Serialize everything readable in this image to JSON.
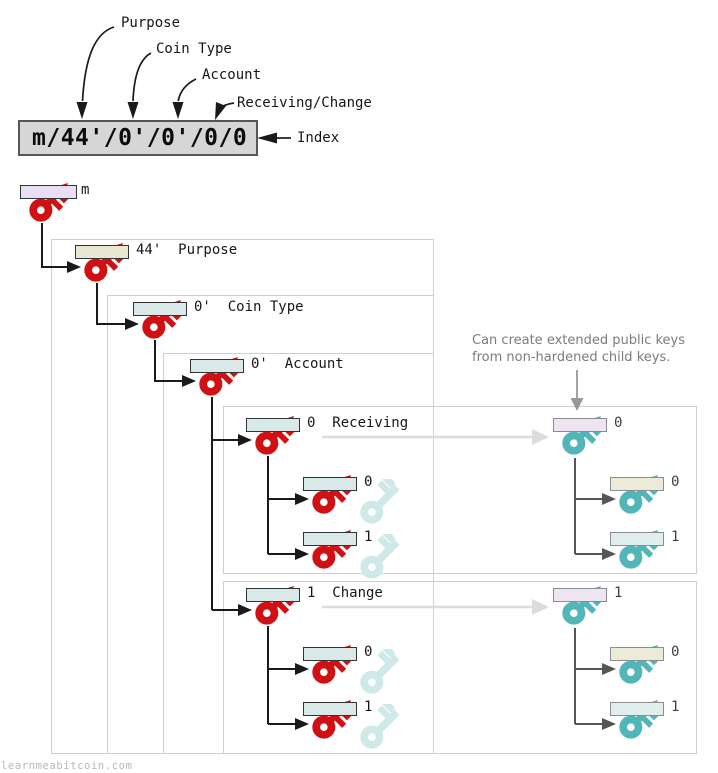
{
  "top": {
    "path_text": "m/44'/0'/0'/0/0",
    "label_purpose": "Purpose",
    "label_coin_type": "Coin Type",
    "label_account": "Account",
    "label_receiving_change": "Receiving/Change",
    "label_index": "Index"
  },
  "tree": {
    "master": {
      "label": "m"
    },
    "purpose": {
      "label": "44'  Purpose"
    },
    "coin_type": {
      "label": "0'  Coin Type"
    },
    "account": {
      "label": "0'  Account"
    },
    "receiving": {
      "label": "0  Receiving"
    },
    "receiving_index_0": {
      "label": "0"
    },
    "receiving_index_1": {
      "label": "1"
    },
    "change": {
      "label": "1  Change"
    },
    "change_index_0": {
      "label": "0"
    },
    "change_index_1": {
      "label": "1"
    },
    "public_receiving": {
      "label": "0"
    },
    "public_receiving_index_0": {
      "label": "0"
    },
    "public_receiving_index_1": {
      "label": "1"
    },
    "public_change": {
      "label": "1"
    },
    "public_change_index_0": {
      "label": "0"
    },
    "public_change_index_1": {
      "label": "1"
    }
  },
  "annotation": {
    "line1": "Can create extended public keys",
    "line2": "from non-hardened child keys."
  },
  "watermark": "learnmeabitcoin.com",
  "colors": {
    "private_key_red": "#d01012",
    "public_key_teal": "#52b5b8",
    "derived_public_key_pale": "#cfe9e9",
    "bar_lavender": "#e7def1",
    "bar_lavender_light": "#eee4f2",
    "bar_beige": "#e7e7d2",
    "bar_beige_light": "#ecebd7",
    "bar_light_teal": "#d9e9e7",
    "bar_pale_green": "#e0efeb",
    "path_box_gray": "#d6d6d6",
    "connector_black": "#1a1a1a",
    "connector_gray": "#555555",
    "connector_pale": "#dcdcdc",
    "annotation_gray": "#989898"
  }
}
